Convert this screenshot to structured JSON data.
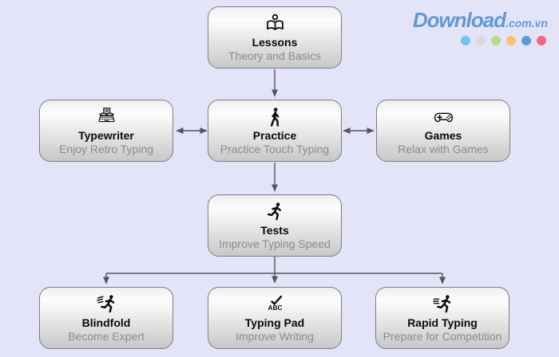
{
  "page": {
    "background_color": "#e4e4f9",
    "connector_color": "#55555f"
  },
  "logo": {
    "brand": "Download",
    "suffix": ".com.vn",
    "color": "#6298d6",
    "dots": [
      "#6ec6f0",
      "#d9d9d9",
      "#b8dc8e",
      "#f6c468",
      "#5b9bd5",
      "#f2687c"
    ]
  },
  "nodes": {
    "lessons": {
      "title": "Lessons",
      "subtitle": "Theory and Basics",
      "icon": "reading-person"
    },
    "typewriter": {
      "title": "Typewriter",
      "subtitle": "Enjoy Retro Typing",
      "icon": "typewriter"
    },
    "practice": {
      "title": "Practice",
      "subtitle": "Practice Touch Typing",
      "icon": "walking-person"
    },
    "games": {
      "title": "Games",
      "subtitle": "Relax with Games",
      "icon": "gamepad"
    },
    "tests": {
      "title": "Tests",
      "subtitle": "Improve Typing Speed",
      "icon": "running-person"
    },
    "blindfold": {
      "title": "Blindfold",
      "subtitle": "Become Expert",
      "icon": "fast-runner"
    },
    "typing_pad": {
      "title": "Typing Pad",
      "subtitle": "Improve Writing",
      "icon": "abc-check"
    },
    "rapid_typing": {
      "title": "Rapid Typing",
      "subtitle": "Prepare for Competition",
      "icon": "sprinter"
    }
  },
  "edges": [
    {
      "from": "lessons",
      "to": "practice",
      "type": "arrow"
    },
    {
      "from": "practice",
      "to": "typewriter",
      "type": "double-arrow"
    },
    {
      "from": "practice",
      "to": "games",
      "type": "double-arrow"
    },
    {
      "from": "practice",
      "to": "tests",
      "type": "arrow"
    },
    {
      "from": "tests",
      "to": "blindfold",
      "type": "arrow"
    },
    {
      "from": "tests",
      "to": "typing_pad",
      "type": "arrow"
    },
    {
      "from": "tests",
      "to": "rapid_typing",
      "type": "arrow"
    }
  ]
}
